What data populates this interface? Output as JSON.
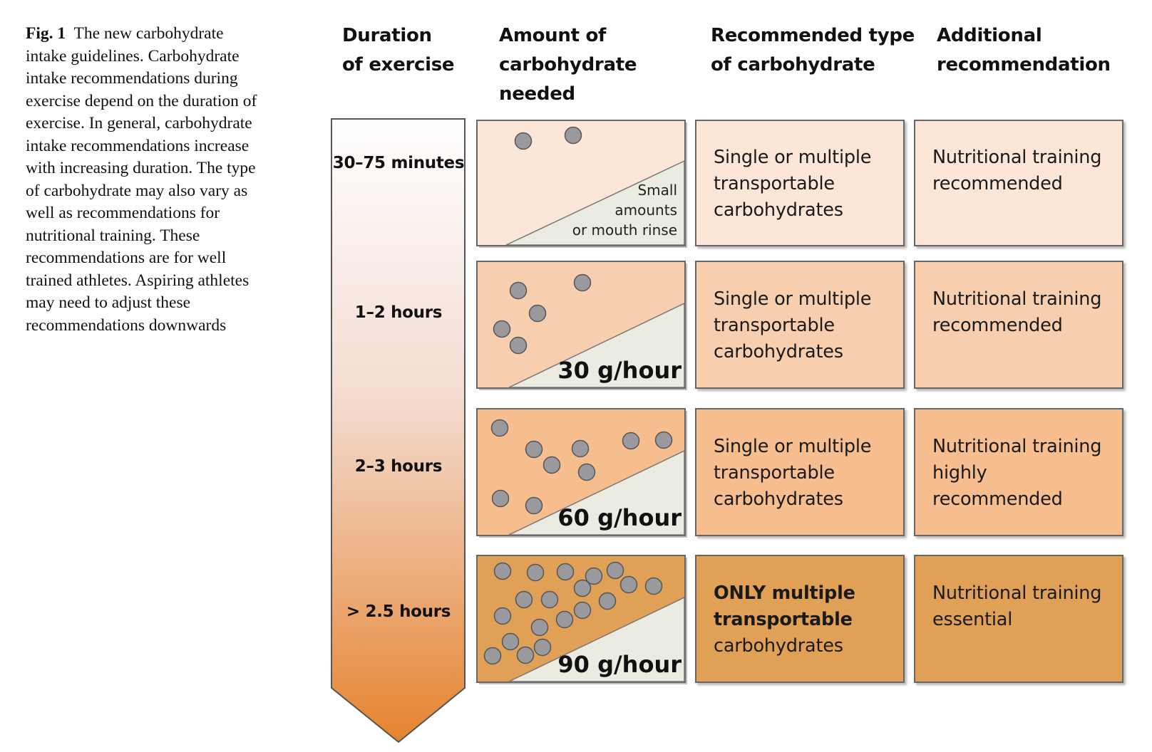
{
  "caption": {
    "label": "Fig. 1",
    "lines": [
      "The new carbohydrate",
      "intake guidelines. Carbohydrate",
      "intake recommendations during",
      "exercise depend on the duration of",
      "exercise. In general, carbohydrate",
      "intake recommendations increase",
      "with increasing duration. The type",
      "of carbohydrate may also vary as",
      "well as recommendations for",
      "nutritional training. These",
      "recommendations are for well",
      "trained athletes. Aspiring athletes",
      "may need to adjust these",
      "recommendations downwards"
    ]
  },
  "headers": {
    "duration": [
      "Duration",
      "of exercise"
    ],
    "amount": [
      "Amount of",
      "carbohydrate",
      "needed"
    ],
    "type": [
      "Recommended type",
      "of carbohydrate"
    ],
    "additional": [
      "Additional",
      "recommendation"
    ]
  },
  "colors": {
    "row1": "#fbe6d7",
    "row2": "#f8cfae",
    "row3": "#f6bd8f",
    "row4": "#e0a055",
    "dot": "#9a9a9e",
    "wedge": "#ecebe2",
    "arrow_top": "#ffffff",
    "arrow_bottom": "#e5832e"
  },
  "rows": [
    {
      "duration": "30–75 minutes",
      "amount_lines": [
        "Small",
        "amounts",
        "or mouth rinse"
      ],
      "amount_large": false,
      "dot_count": 2,
      "type_lines": [
        "Single or multiple",
        "transportable",
        "carbohydrates"
      ],
      "type_bold_lines": 0,
      "additional_lines": [
        "Nutritional training",
        "recommended"
      ]
    },
    {
      "duration": "1–2 hours",
      "amount_lines": [
        "30 g/hour"
      ],
      "amount_large": true,
      "dot_count": 6,
      "type_lines": [
        "Single or multiple",
        "transportable",
        "carbohydrates"
      ],
      "type_bold_lines": 0,
      "additional_lines": [
        "Nutritional training",
        "recommended"
      ]
    },
    {
      "duration": "2–3 hours",
      "amount_lines": [
        "60 g/hour"
      ],
      "amount_large": true,
      "dot_count": 10,
      "type_lines": [
        "Single or multiple",
        "transportable",
        "carbohydrates"
      ],
      "type_bold_lines": 0,
      "additional_lines": [
        "Nutritional training",
        "highly",
        "recommended"
      ]
    },
    {
      "duration": "> 2.5 hours",
      "amount_lines": [
        "90 g/hour"
      ],
      "amount_large": true,
      "dot_count": 22,
      "type_lines": [
        "ONLY multiple",
        "transportable",
        "carbohydrates"
      ],
      "type_bold_lines": 2,
      "additional_lines": [
        "Nutritional training",
        "essential"
      ]
    }
  ]
}
